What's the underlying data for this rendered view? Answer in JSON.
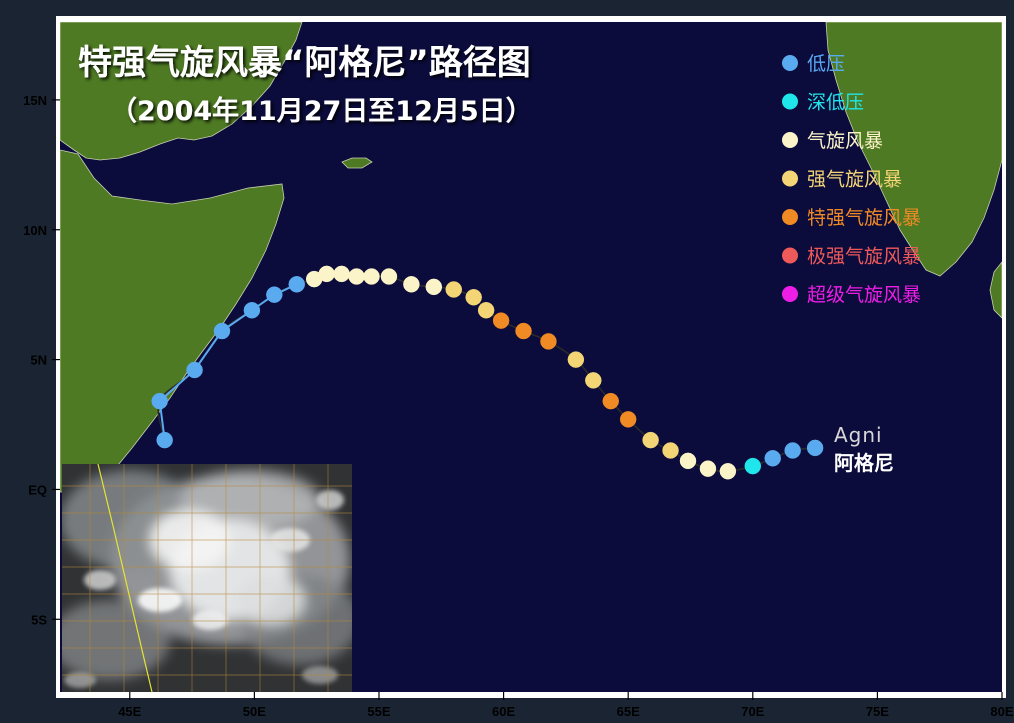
{
  "title": {
    "main": "特强气旋风暴“阿格尼”路径图",
    "sub": "（2004年11月27日至12月5日）"
  },
  "storm_label": {
    "english": "Agni",
    "chinese": "阿格尼"
  },
  "colors": {
    "ocean": "#0b0b3c",
    "land": "#4e7a23",
    "track_line": "#2a2a2a",
    "intensity": {
      "low": "#5aaaf0",
      "deep_low": "#1fe6ea",
      "cyclonic_storm": "#fbf4c8",
      "strong_cyclonic_storm": "#f3d576",
      "extremely_strong_cyclonic_storm": "#f08a24",
      "very_strong_cyclonic_storm": "#ee5a5a",
      "super_cyclonic_storm": "#ee1ee6"
    }
  },
  "legend": [
    {
      "key": "low",
      "label": "低压"
    },
    {
      "key": "deep_low",
      "label": "深低压"
    },
    {
      "key": "cyclonic_storm",
      "label": "气旋风暴"
    },
    {
      "key": "strong_cyclonic_storm",
      "label": "强气旋风暴"
    },
    {
      "key": "extremely_strong_cyclonic_storm",
      "label": "特强气旋风暴"
    },
    {
      "key": "very_strong_cyclonic_storm",
      "label": "极强气旋风暴"
    },
    {
      "key": "super_cyclonic_storm",
      "label": "超级气旋风暴"
    }
  ],
  "axes": {
    "x_ticks": [
      {
        "value": 45,
        "label": "45E"
      },
      {
        "value": 50,
        "label": "50E"
      },
      {
        "value": 55,
        "label": "55E"
      },
      {
        "value": 60,
        "label": "60E"
      },
      {
        "value": 65,
        "label": "65E"
      },
      {
        "value": 70,
        "label": "70E"
      },
      {
        "value": 75,
        "label": "75E"
      },
      {
        "value": 80,
        "label": "80E"
      }
    ],
    "y_ticks": [
      {
        "value": 15,
        "label": "15N"
      },
      {
        "value": 10,
        "label": "10N"
      },
      {
        "value": 5,
        "label": "5N"
      },
      {
        "value": 0,
        "label": "EQ"
      },
      {
        "value": -5,
        "label": "5S"
      }
    ],
    "lon_range": [
      42.2,
      80
    ],
    "lat_range": [
      -7.8,
      18
    ]
  },
  "track": [
    {
      "lon": 72.5,
      "lat": 1.6,
      "cat": "low"
    },
    {
      "lon": 71.6,
      "lat": 1.5,
      "cat": "low"
    },
    {
      "lon": 70.8,
      "lat": 1.2,
      "cat": "low"
    },
    {
      "lon": 70.0,
      "lat": 0.9,
      "cat": "deep_low"
    },
    {
      "lon": 69.0,
      "lat": 0.7,
      "cat": "cyclonic_storm"
    },
    {
      "lon": 68.2,
      "lat": 0.8,
      "cat": "cyclonic_storm"
    },
    {
      "lon": 67.4,
      "lat": 1.1,
      "cat": "cyclonic_storm"
    },
    {
      "lon": 66.7,
      "lat": 1.5,
      "cat": "strong_cyclonic_storm"
    },
    {
      "lon": 65.9,
      "lat": 1.9,
      "cat": "strong_cyclonic_storm"
    },
    {
      "lon": 65.0,
      "lat": 2.7,
      "cat": "extremely_strong_cyclonic_storm"
    },
    {
      "lon": 64.3,
      "lat": 3.4,
      "cat": "extremely_strong_cyclonic_storm"
    },
    {
      "lon": 63.6,
      "lat": 4.2,
      "cat": "strong_cyclonic_storm"
    },
    {
      "lon": 62.9,
      "lat": 5.0,
      "cat": "strong_cyclonic_storm"
    },
    {
      "lon": 61.8,
      "lat": 5.7,
      "cat": "extremely_strong_cyclonic_storm"
    },
    {
      "lon": 60.8,
      "lat": 6.1,
      "cat": "extremely_strong_cyclonic_storm"
    },
    {
      "lon": 59.9,
      "lat": 6.5,
      "cat": "extremely_strong_cyclonic_storm"
    },
    {
      "lon": 59.3,
      "lat": 6.9,
      "cat": "strong_cyclonic_storm"
    },
    {
      "lon": 58.8,
      "lat": 7.4,
      "cat": "strong_cyclonic_storm"
    },
    {
      "lon": 58.0,
      "lat": 7.7,
      "cat": "strong_cyclonic_storm"
    },
    {
      "lon": 57.2,
      "lat": 7.8,
      "cat": "cyclonic_storm"
    },
    {
      "lon": 56.3,
      "lat": 7.9,
      "cat": "cyclonic_storm"
    },
    {
      "lon": 55.4,
      "lat": 8.2,
      "cat": "cyclonic_storm"
    },
    {
      "lon": 54.7,
      "lat": 8.2,
      "cat": "cyclonic_storm"
    },
    {
      "lon": 54.1,
      "lat": 8.2,
      "cat": "cyclonic_storm"
    },
    {
      "lon": 53.5,
      "lat": 8.3,
      "cat": "cyclonic_storm"
    },
    {
      "lon": 52.9,
      "lat": 8.3,
      "cat": "cyclonic_storm"
    },
    {
      "lon": 52.4,
      "lat": 8.1,
      "cat": "cyclonic_storm"
    },
    {
      "lon": 51.7,
      "lat": 7.9,
      "cat": "low"
    },
    {
      "lon": 50.8,
      "lat": 7.5,
      "cat": "low"
    },
    {
      "lon": 49.9,
      "lat": 6.9,
      "cat": "low"
    },
    {
      "lon": 48.7,
      "lat": 6.1,
      "cat": "low"
    },
    {
      "lon": 47.6,
      "lat": 4.6,
      "cat": "low"
    },
    {
      "lon": 46.2,
      "lat": 3.4,
      "cat": "low"
    },
    {
      "lon": 46.4,
      "lat": 1.9,
      "cat": "low"
    }
  ]
}
